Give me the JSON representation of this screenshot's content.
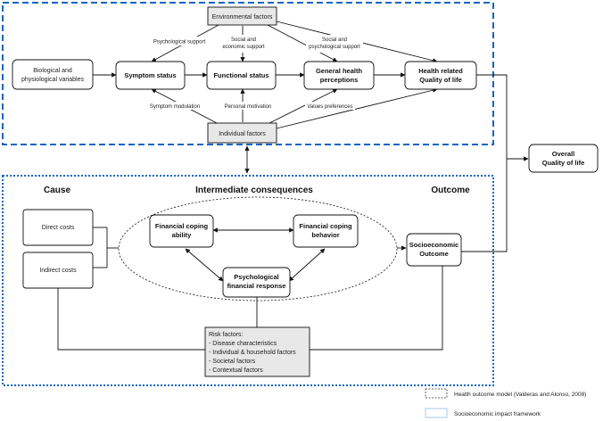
{
  "health_model": {
    "environmental_factors": "Environmental factors",
    "individual_factors": "Individual factors",
    "biological": [
      "Biological and",
      "physiological variables"
    ],
    "symptom_status": "Symptom status",
    "functional_status": "Functional status",
    "general_health": [
      "General health",
      "perceptions"
    ],
    "hrqol": [
      "Health related",
      "Quality of life"
    ],
    "edge_labels": {
      "psychological_support": "Psychological support",
      "social_economic_support": [
        "Social and",
        "economic support"
      ],
      "social_psychological_support": [
        "Social and",
        "psychological support"
      ],
      "symptom_modulation": "Symptom modulation",
      "personal_motivation": "Personal motivation",
      "values_preferences": "Values preferences"
    }
  },
  "overall": [
    "Overall",
    "Quality of life"
  ],
  "socioeconomic": {
    "cause_heading": "Cause",
    "intermediate_heading": "Intermediate consequences",
    "outcome_heading": "Outcome",
    "direct_costs": "Direct costs",
    "indirect_costs": "Indirect costs",
    "coping_ability": [
      "Financial coping",
      "ability"
    ],
    "coping_behavior": [
      "Financial coping",
      "behavior"
    ],
    "psych_response": [
      "Psychological",
      "financial response"
    ],
    "socio_outcome": [
      "Socioeconomic",
      "Outcome"
    ],
    "risk_factors": [
      "Risk factors:",
      "- Disease characteristics",
      "- Individual & household factors",
      "- Societal factors",
      "- Contextual factors"
    ]
  },
  "legend": {
    "health_outcome_model": "Health outcome model (Valderas and Alonso, 2008)",
    "socioeconomic_framework": "Socioeconomic impact framework"
  },
  "colors": {
    "frame_blue": "#1565c0",
    "factor_fill": "#e8e8e8",
    "legend_box_border": "#9ec5e8"
  }
}
